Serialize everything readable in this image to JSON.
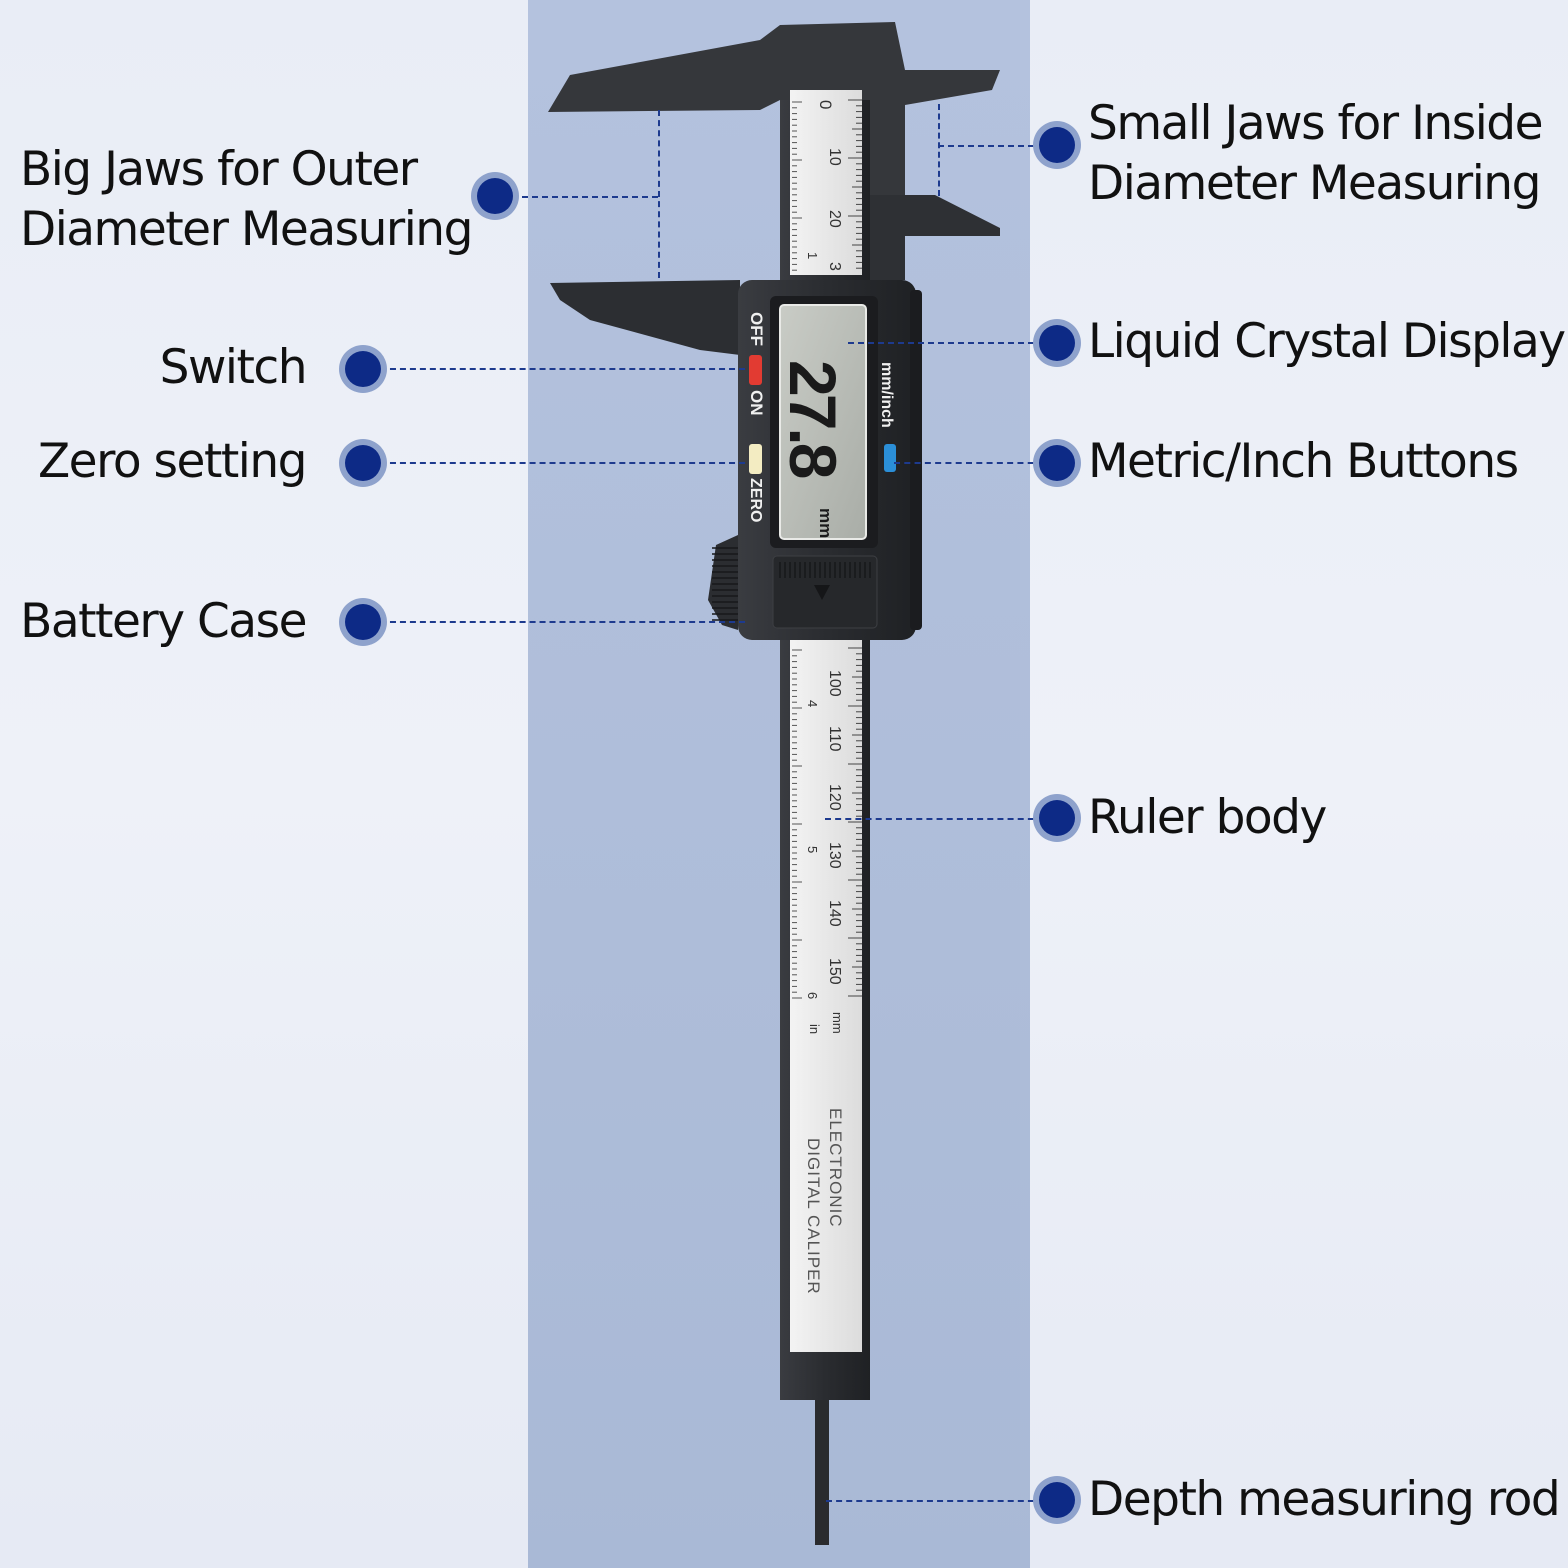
{
  "labels": {
    "big_jaws_line1": "Big Jaws for Outer",
    "big_jaws_line2": "Diameter Measuring",
    "small_jaws_line1": "Small Jaws for Inside",
    "small_jaws_line2": "Diameter Measuring",
    "switch": "Switch",
    "zero_setting": "Zero setting",
    "battery_case": "Battery Case",
    "lcd": "Liquid Crystal Display",
    "metric_inch": "Metric/Inch Buttons",
    "ruler_body": "Ruler body",
    "depth_rod": "Depth measuring rod"
  },
  "caliper": {
    "display_reading": "27.8",
    "display_unit": "mm",
    "btn_off": "OFF",
    "btn_on": "ON",
    "btn_zero": "ZERO",
    "btn_mm_inch": "mm/inch",
    "scale_top_mm": [
      "0",
      "10",
      "20",
      "3"
    ],
    "scale_bottom_mm": [
      "100",
      "110",
      "120",
      "130",
      "140",
      "150"
    ],
    "scale_inch_numbers": [
      "1",
      "4",
      "5",
      "6"
    ],
    "scale_unit_mm": "mm",
    "scale_unit_in": "in",
    "brand_line1": "ELECTRONIC",
    "brand_line2": "DIGITAL CALIPER"
  },
  "colors": {
    "leader_dot": "#0d2a86",
    "dot_ring": "#8ea2cc",
    "background_band": "#aebdd9",
    "caliper_body": "#2d2f33",
    "lcd_screen": "#b9bcb6",
    "switch_button": "#e23b32",
    "zero_button": "#f3ecc2",
    "mm_inch_button": "#2b8fd8"
  }
}
